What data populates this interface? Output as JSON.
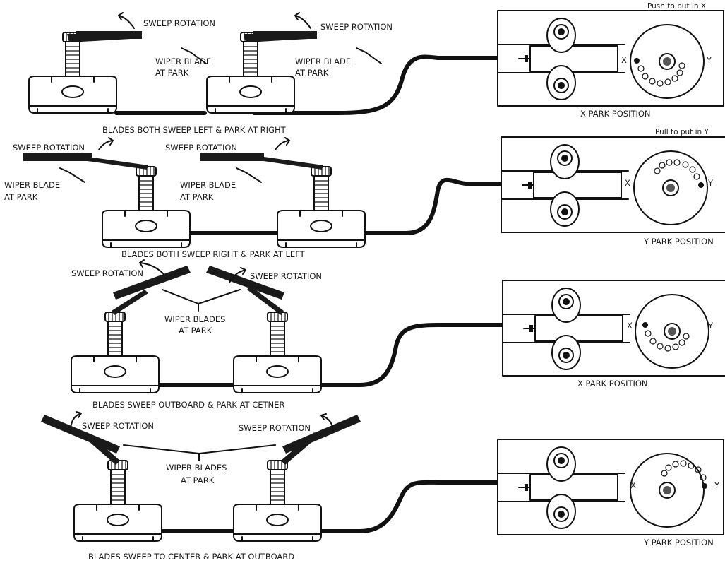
{
  "panels": [
    {
      "caption": "BLADES BOTH SWEEP LEFT & PARK AT RIGHT",
      "switch_note": "Push to put in X",
      "position_label": "X PARK POSITION",
      "motor_left": {
        "rotation": "SWEEP ROTATION",
        "blade_l1": "WIPER BLADE",
        "blade_l2": "AT PARK"
      },
      "motor_right": {
        "rotation": "SWEEP ROTATION",
        "blade_l1": "WIPER BLADE",
        "blade_l2": "AT PARK"
      },
      "x": "X",
      "y": "Y"
    },
    {
      "caption": "BLADES BOTH SWEEP RIGHT & PARK AT LEFT",
      "switch_note": "Pull to put in Y",
      "position_label": "Y PARK POSITION",
      "motor_left": {
        "rotation": "SWEEP ROTATION",
        "blade_l1": "WIPER BLADE",
        "blade_l2": "AT PARK"
      },
      "motor_right": {
        "rotation": "SWEEP ROTATION",
        "blade_l1": "WIPER BLADE",
        "blade_l2": "AT PARK"
      },
      "x": "X",
      "y": "Y"
    },
    {
      "caption": "BLADES SWEEP OUTBOARD & PARK AT CETNER",
      "position_label": "X PARK POSITION",
      "rotation_left": "SWEEP ROTATION",
      "rotation_right": "SWEEP ROTATION",
      "blades_l1": "WIPER BLADES",
      "blades_l2": "AT PARK",
      "x": "X",
      "y": "Y"
    },
    {
      "caption": "BLADES SWEEP TO CENTER & PARK AT OUTBOARD",
      "position_label": "Y PARK POSITION",
      "rotation_left": "SWEEP ROTATION",
      "rotation_right": "SWEEP ROTATION",
      "blades_l1": "WIPER BLADES",
      "blades_l2": "AT PARK",
      "x": "X",
      "y": "Y"
    }
  ]
}
